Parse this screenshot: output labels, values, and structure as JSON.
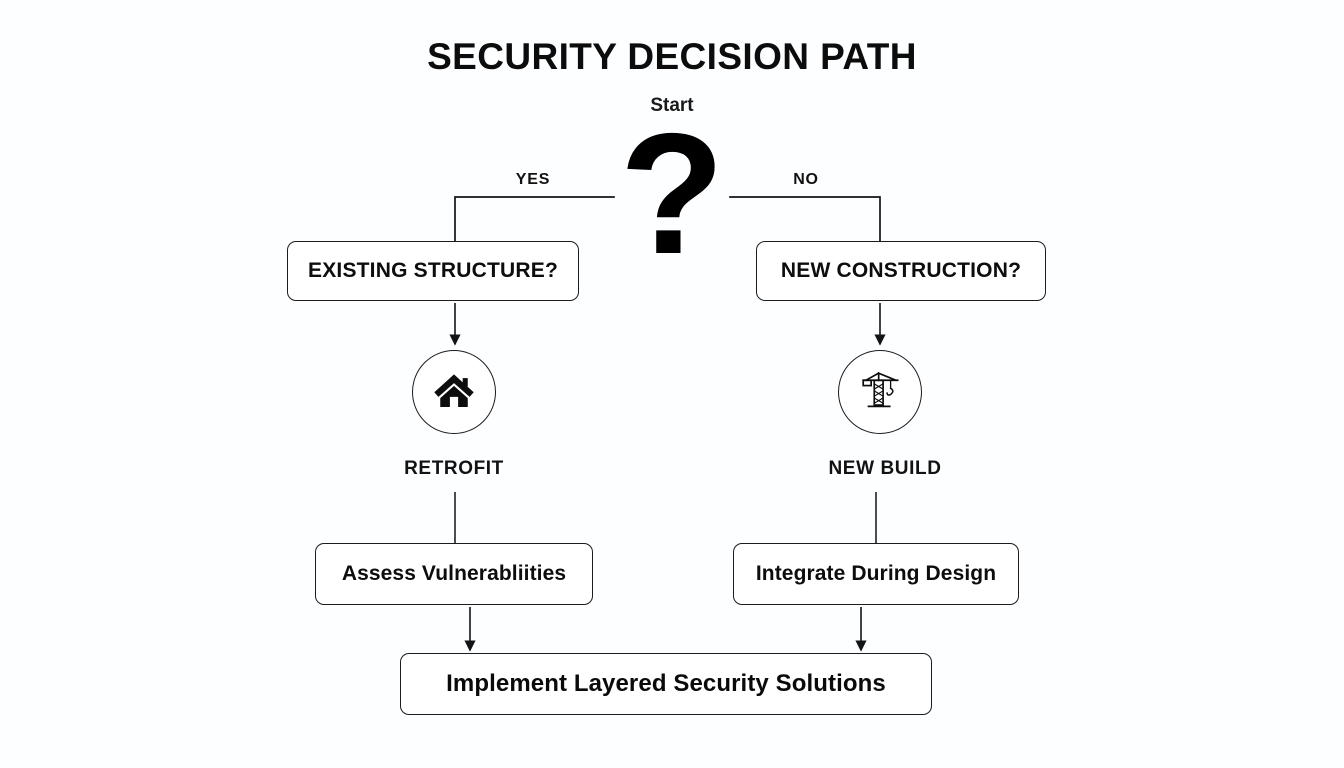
{
  "diagram": {
    "title": "SECURITY DECISION PATH",
    "start_label": "Start",
    "decision_glyph": "?",
    "branches": {
      "yes_label": "YES",
      "no_label": "NO"
    },
    "left_path": {
      "decision": "EXISTING STRUCTURE?",
      "icon": "house-icon",
      "icon_caption": "RETROFIT",
      "action": "Assess Vulnerabliities"
    },
    "right_path": {
      "decision": "NEW CONSTRUCTION?",
      "icon": "crane-icon",
      "icon_caption": "NEW BUILD",
      "action": "Integrate During Design"
    },
    "outcome": "Implement Layered Security Solutions",
    "colors": {
      "background": "#fdfeff",
      "ink": "#111111",
      "stroke": "#1c1c1c",
      "node_fill": "#ffffff"
    }
  }
}
